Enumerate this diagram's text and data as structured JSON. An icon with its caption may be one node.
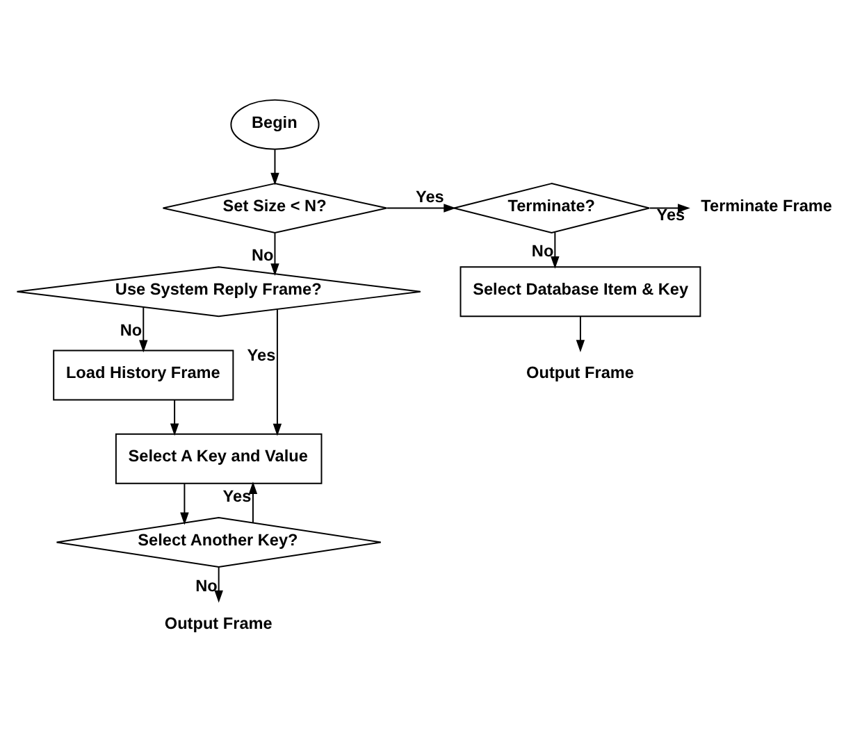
{
  "diagram": {
    "nodes": [
      {
        "text": [
          "Begin"
        ]
      },
      {
        "text": [
          "Set Size < N?"
        ]
      },
      {
        "text": [
          "Terminate?"
        ]
      },
      {
        "text": [
          "Terminate Frame"
        ]
      },
      {
        "text": [
          "Select Database Item & Key"
        ]
      },
      {
        "text": [
          "Output Frame"
        ]
      },
      {
        "text": [
          "Use System Reply Frame?"
        ]
      },
      {
        "text": [
          "Load History Frame"
        ]
      },
      {
        "text": [
          "Select A Key and Value"
        ]
      },
      {
        "text": [
          "Select Another Key?"
        ]
      },
      {
        "text": [
          "Output Frame"
        ]
      }
    ],
    "edges": [
      {
        "from": 0,
        "to": 1,
        "arrow": "to"
      },
      {
        "from": 1,
        "to": 2,
        "arrow": "to",
        "label": "Yes"
      },
      {
        "from": 2,
        "to": 3,
        "arrow": "to",
        "label": "Yes"
      },
      {
        "from": 2,
        "to": 4,
        "arrow": "to",
        "label": "No"
      },
      {
        "from": 4,
        "to": 5,
        "arrow": "to"
      },
      {
        "from": 1,
        "to": 6,
        "arrow": "to",
        "label": "No"
      },
      {
        "from": 6,
        "to": 7,
        "arrow": "to",
        "label": "No"
      },
      {
        "from": 6,
        "to": 8,
        "arrow": "to",
        "label": "Yes"
      },
      {
        "from": 7,
        "to": 8,
        "arrow": "to"
      },
      {
        "from": 8,
        "to": 9,
        "arrow": "to"
      },
      {
        "from": 9,
        "to": 8,
        "arrow": "to",
        "label": "Yes"
      },
      {
        "from": 9,
        "to": 10,
        "arrow": "to",
        "label": "No"
      }
    ]
  }
}
